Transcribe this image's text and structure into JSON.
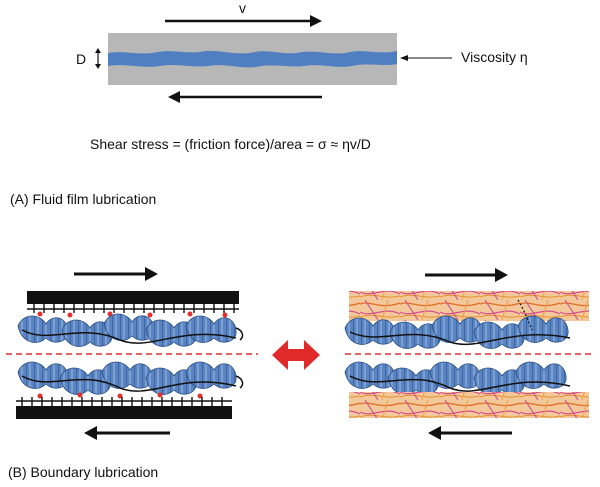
{
  "top": {
    "velocity_label": "v",
    "thickness_label": "D",
    "viscosity_label": "Viscosity η",
    "formula": "Shear stress = (friction force)/area = σ ≈ ηv/D",
    "caption": "(A)  Fluid film lubrication"
  },
  "bottom": {
    "caption": "(B)  Boundary lubrication"
  },
  "colors": {
    "film": "#4f7fc1",
    "plate": "#b5b5b5",
    "arrow": "#111111",
    "midline": "#e0302f",
    "double_arrow": "#e02a2a",
    "polymer": "#5b85c2"
  }
}
